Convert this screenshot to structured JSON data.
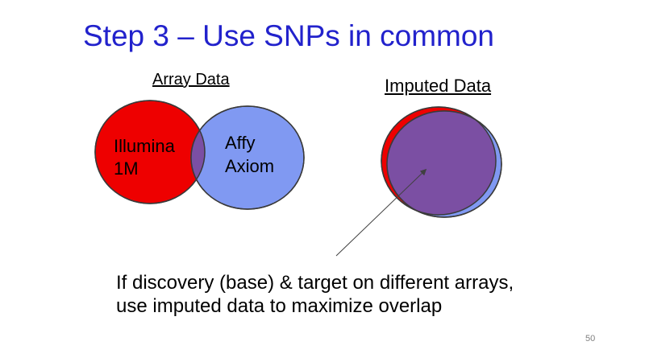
{
  "slide": {
    "title": "Step 3 – Use SNPs in common",
    "page_number": "50"
  },
  "array_panel": {
    "heading": "Array Data",
    "left_circle_label": "Illumina\n1M",
    "right_circle_label": "Affy\nAxiom"
  },
  "imputed_panel": {
    "heading": "Imputed Data"
  },
  "caption": {
    "text": "If discovery (base) & target on different arrays,\nuse imputed data to maximize overlap"
  },
  "colors": {
    "title": "#2222CC",
    "red_circle": "#EE0000",
    "blue_circle": "#8099F2",
    "overlap_purple": "#7B4FA3",
    "outline": "#3A3A3A",
    "arrow": "#404040",
    "page_number": "#808080"
  }
}
